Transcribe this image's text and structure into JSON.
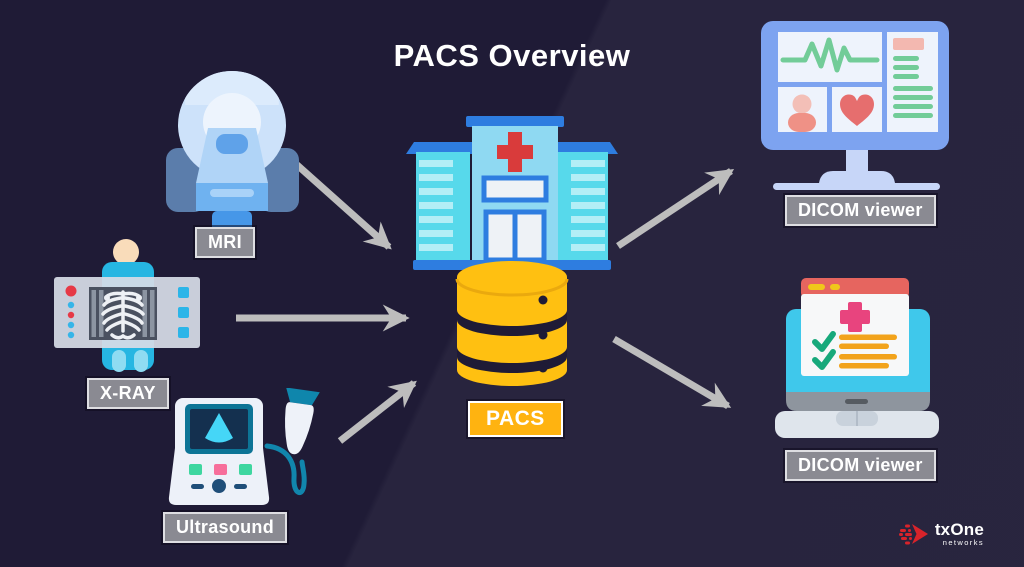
{
  "title": "PACS Overview",
  "background_color": "#1F1B36",
  "arrow_color": "#BDBDBD",
  "label_style": {
    "background": "#8A8A92",
    "border": "#DEDEE2",
    "text_color": "#FFFFFF"
  },
  "nodes": {
    "mri": {
      "label": "MRI",
      "icon": "mri-scanner-icon"
    },
    "xray": {
      "label": "X-RAY",
      "icon": "xray-machine-icon"
    },
    "ultrasound": {
      "label": "Ultrasound",
      "icon": "ultrasound-machine-icon"
    },
    "pacs": {
      "label": "PACS",
      "icon": "hospital-database-icon",
      "label_background": "#FFB310",
      "database_color": "#FFC011"
    },
    "viewer_top": {
      "label": "DICOM viewer",
      "icon": "monitor-dicom-viewer-icon"
    },
    "viewer_bottom": {
      "label": "DICOM viewer",
      "icon": "laptop-dicom-viewer-icon"
    }
  },
  "arrows": [
    {
      "from": "mri",
      "to": "pacs"
    },
    {
      "from": "xray",
      "to": "pacs"
    },
    {
      "from": "ultrasound",
      "to": "pacs"
    },
    {
      "from": "pacs",
      "to": "viewer_top"
    },
    {
      "from": "pacs",
      "to": "viewer_bottom"
    }
  ],
  "logo": {
    "brand": "txOne",
    "subtitle": "networks",
    "icon_color": "#D8232A"
  }
}
